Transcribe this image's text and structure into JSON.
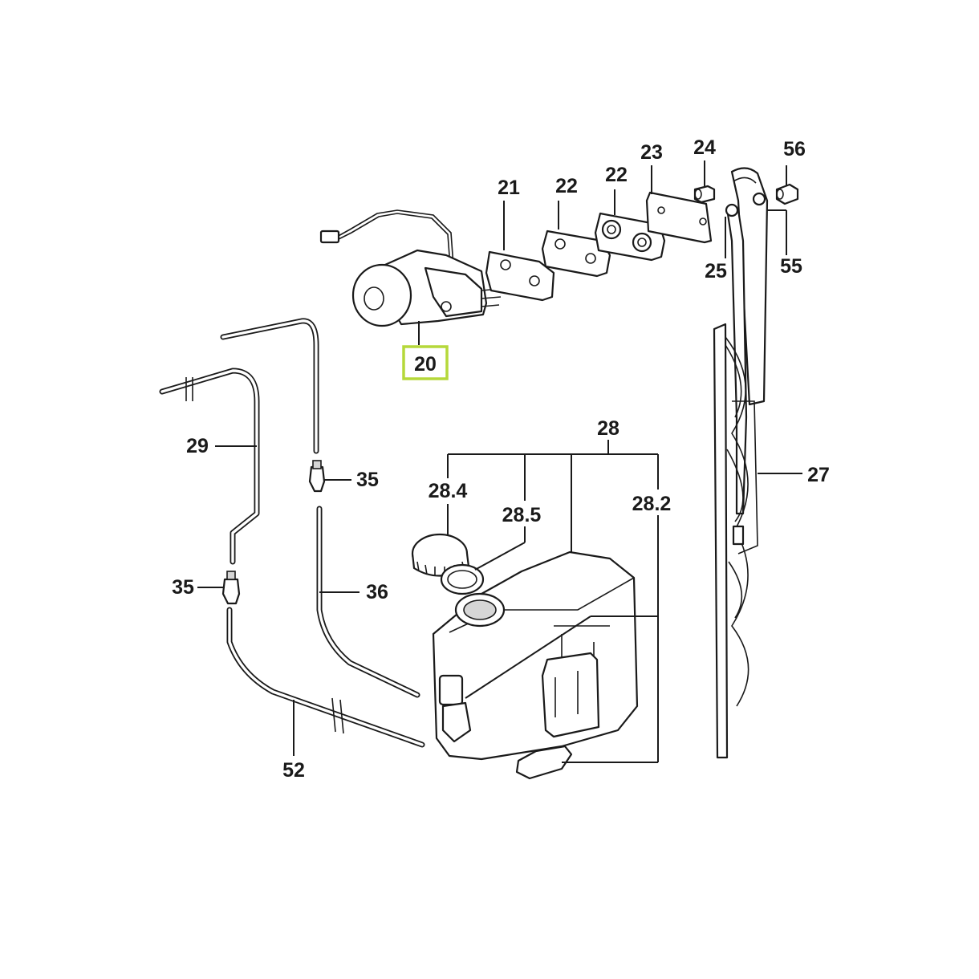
{
  "callouts": {
    "c20": "20",
    "c21": "21",
    "c22a": "22",
    "c22b": "22",
    "c23": "23",
    "c24": "24",
    "c56": "56",
    "c25": "25",
    "c55": "55",
    "c27": "27",
    "c28": "28",
    "c28_4": "28.4",
    "c28_5": "28.5",
    "c28_2": "28.2",
    "c29": "29",
    "c35a": "35",
    "c35b": "35",
    "c36": "36",
    "c52": "52"
  },
  "colors": {
    "highlight": "#b5d83a",
    "line": "#1a1a1a",
    "background": "#ffffff",
    "shade": "#d6d6d6"
  }
}
